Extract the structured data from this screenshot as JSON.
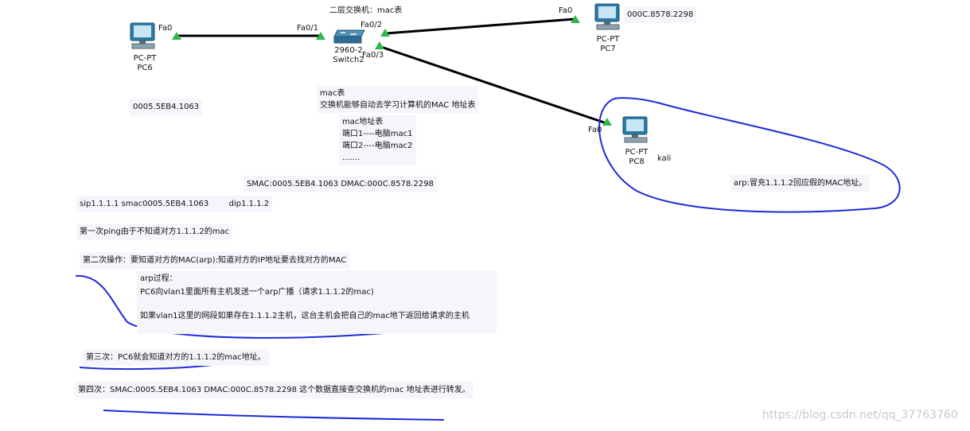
{
  "switch": {
    "title": "二层交换机：mac表",
    "model": "2960-2",
    "name": "Switch2"
  },
  "pc6": {
    "type": "PC-PT",
    "name": "PC6",
    "port": "Fa0",
    "mac": "0005.5EB4.1063"
  },
  "pc7": {
    "type": "PC-PT",
    "name": "PC7",
    "port": "Fa0",
    "mac": "000C.8578.2298"
  },
  "pc8": {
    "type": "PC-PT",
    "name": "PC8",
    "port": "Fa0",
    "alias": "kali"
  },
  "ports": {
    "sw_fa01": "Fa0/1",
    "sw_fa02": "Fa0/2",
    "sw_fa03": "Fa0/3"
  },
  "mac_note": {
    "line1": "mac表",
    "line2": "交换机能够自动去学习计算机的MAC 地址表"
  },
  "mac_table": {
    "line1": "mac地址表",
    "line2": "端口1----电脑mac1",
    "line3": "端口2----电脑mac2",
    "line4": "......."
  },
  "smac_dmac": "SMAC:0005.5EB4.1063  DMAC:000C.8578.2298",
  "arp_fake": "arp:冒充1.1.1.2回应假的MAC地址。",
  "sip_line": "sip1.1.1.1 smac0005.5EB4.1063        dip1.1.1.2",
  "step1": "第一次ping由于不知道对方1.1.1.2的mac",
  "step2": "第二次操作：要知道对方的MAC(arp):知道对方的IP地址要去找对方的MAC",
  "arp_process": {
    "line1": "arp过程：",
    "line2": "PC6向vlan1里面所有主机发送一个arp广播（请求1.1.1.2的mac)",
    "line3": "如果vlan1这里的网段如果存在1.1.1.2主机，这台主机会把自己的mac地下返回给请求的主机"
  },
  "step3": "第三次：PC6就会知道对方的1.1.1.2的mac地址。",
  "step4": "第四次：SMAC:0005.5EB4.1063  DMAC:000C.8578.2298  这个数据直接查交换机的mac 地址表进行转发。",
  "watermark": "https://blog.csdn.net/qq_37763760",
  "colors": {
    "link": "#000000",
    "port_ok": "#2db84a",
    "annotation": "#1f2ad8",
    "note_bg": "#f4f6fb"
  }
}
